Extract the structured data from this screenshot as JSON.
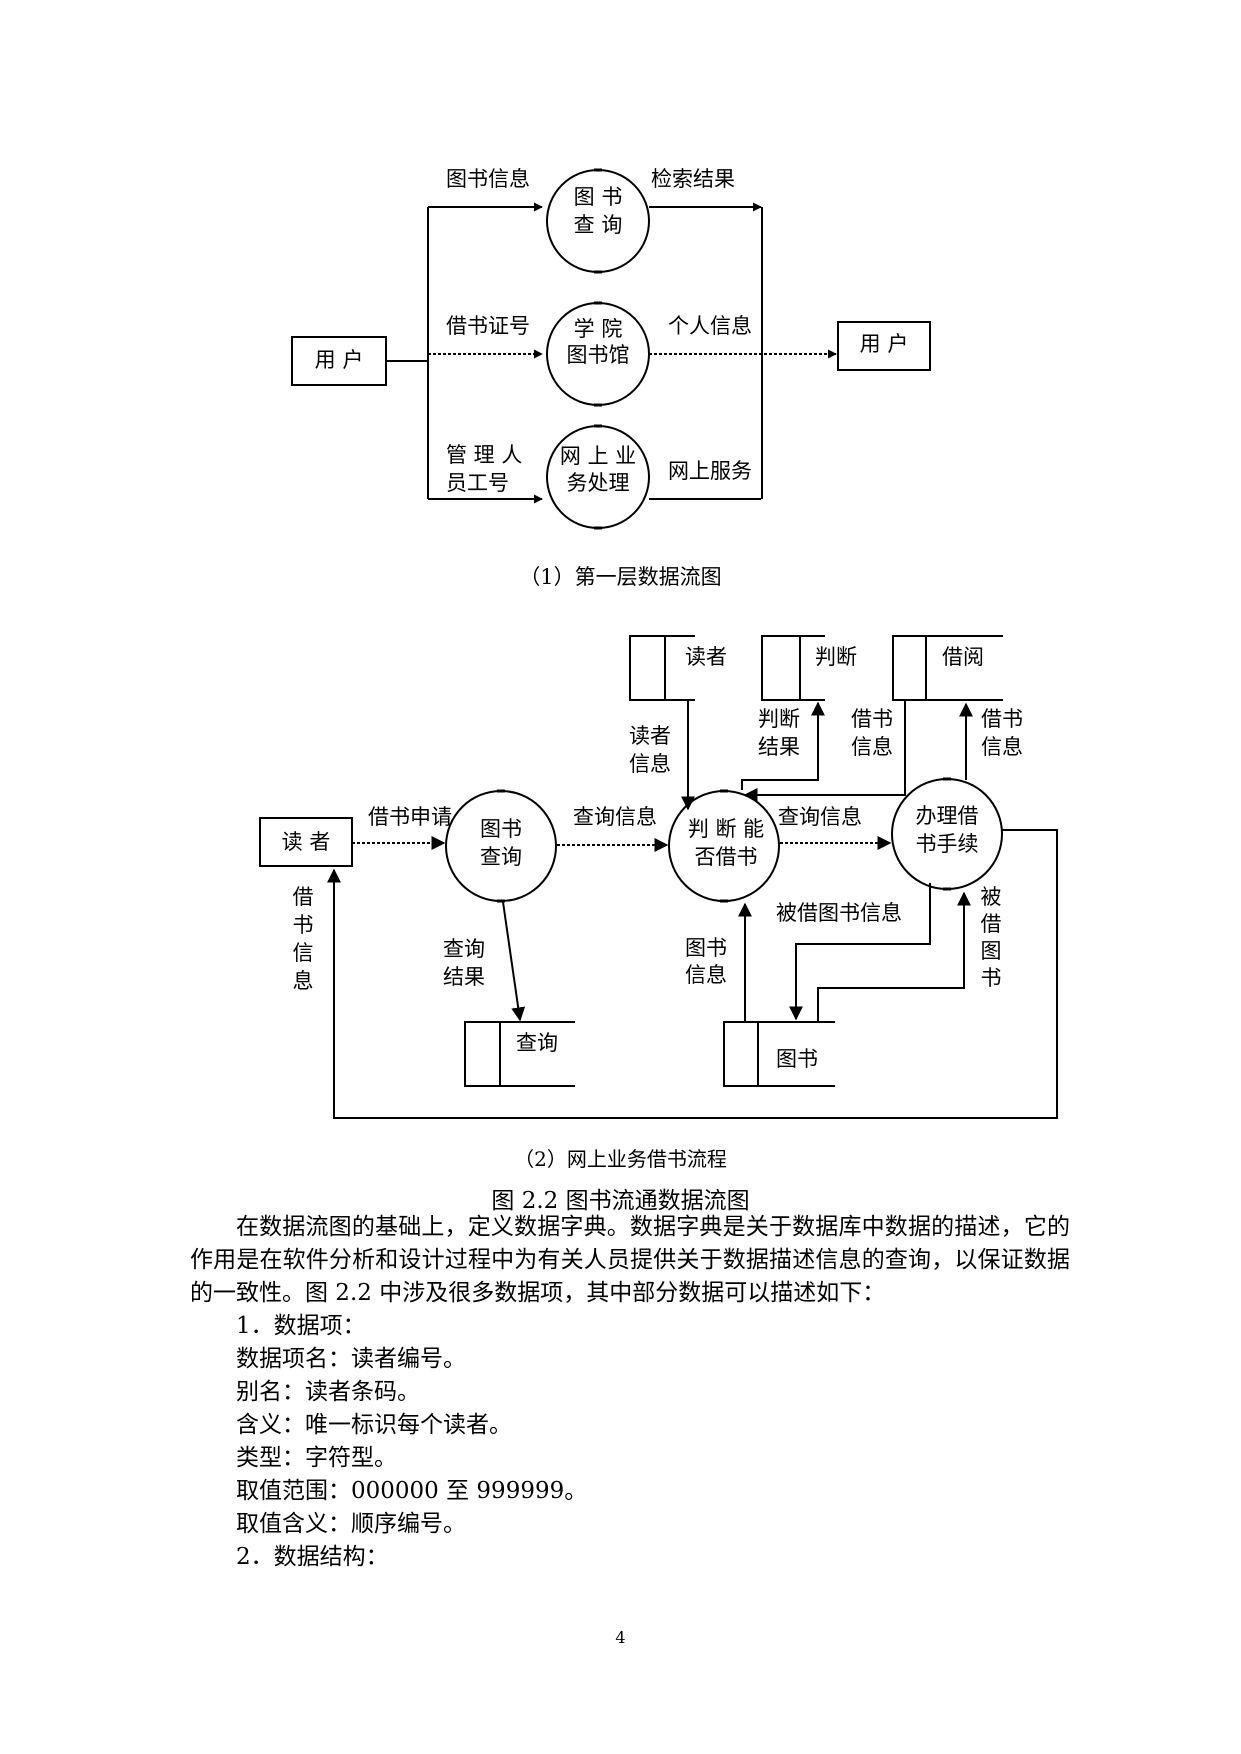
{
  "diagram1": {
    "processes": [
      {
        "line1": "图 书",
        "line2": "查 询"
      },
      {
        "line1": "学 院",
        "line2": "图书馆"
      },
      {
        "line1": "网 上 业",
        "line2": "务处理"
      }
    ],
    "entities": {
      "left": "用 户",
      "right": "用 户"
    },
    "inputs": [
      {
        "line1": "图书信息",
        "line2": ""
      },
      {
        "line1": "借书证号",
        "line2": ""
      },
      {
        "line1": "管 理 人",
        "line2": "员工号"
      }
    ],
    "outputs": [
      "检索结果",
      "个人信息",
      "网上服务"
    ],
    "caption": "（1）第一层数据流图"
  },
  "diagram2": {
    "entity": "读 者",
    "processes": [
      {
        "line1": "图书",
        "line2": "查询"
      },
      {
        "line1": "判 断 能",
        "line2": "否借书"
      },
      {
        "line1": "办理借",
        "line2": "书手续"
      }
    ],
    "stores": [
      "读者",
      "判断",
      "借阅",
      "查询",
      "图书"
    ],
    "flows": {
      "borrow_request": "借书申请",
      "query_info_1": "查询信息",
      "query_info_2": "查询信息",
      "reader_info": [
        "读者",
        "信息"
      ],
      "judge_result": [
        "判断",
        "结果"
      ],
      "book_info_a": [
        "借书",
        "信息"
      ],
      "book_info_b": [
        "借书",
        "信息"
      ],
      "query_result": [
        "查询",
        "结果"
      ],
      "book_info_store": [
        "图书",
        "信息"
      ],
      "borrowed_book_info": "被借图书信息",
      "borrowed_book": [
        "被",
        "借",
        "图",
        "书"
      ],
      "return_info": [
        "借",
        "书",
        "信",
        "息"
      ]
    },
    "caption": "（2）网上业务借书流程"
  },
  "figure_caption": "图 2.2 图书流通数据流图",
  "paragraph": "在数据流图的基础上，定义数据字典。数据字典是关于数据库中数据的描述，它的作用是在软件分析和设计过程中为有关人员提供关于数据描述信息的查询，以保证数据的一致性。图 2.2 中涉及很多数据项，其中部分数据可以描述如下：",
  "items": [
    "1．数据项：",
    "数据项名：读者编号。",
    "别名：读者条码。",
    "含义：唯一标识每个读者。",
    "类型：字符型。",
    "取值范围：000000 至 999999。",
    "取值含义：顺序编号。",
    "2．数据结构："
  ],
  "page_number": "4"
}
